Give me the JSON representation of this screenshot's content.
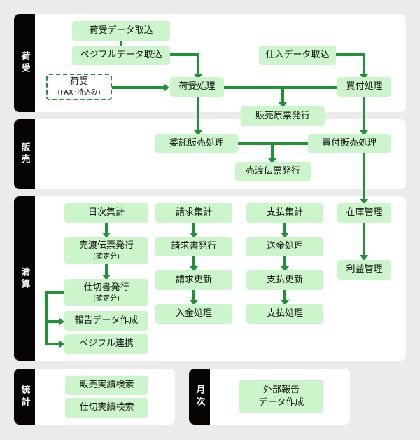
{
  "colors": {
    "background": "#ebebeb",
    "panel": "#ffffff",
    "strip": "#070504",
    "box": "#cdf5cb",
    "arrow": "#219138"
  },
  "sections": {
    "receiving": {
      "label": "荷受"
    },
    "sales": {
      "label": "販売"
    },
    "settlement": {
      "label": "清算"
    },
    "statistics": {
      "label": "統計"
    },
    "monthly": {
      "label": "月次"
    }
  },
  "nodes": {
    "receiving_import": "荷受データ取込",
    "vegiful_import": "ベジフルデータ取込",
    "receiving_manual": {
      "title": "荷受",
      "note": "(FAX･持込み)"
    },
    "receiving_process": "荷受処理",
    "purchase_import": "仕入データ取込",
    "purchase_process": "買付処理",
    "sales_original_slip": "販売原票発行",
    "consignment_sales": "委託販売処理",
    "purchase_sales": "買付販売処理",
    "sales_slip": "売渡伝票発行",
    "daily_total": "日次集計",
    "sales_slip_confirmed": {
      "title": "売渡伝票発行",
      "note": "(確定分)"
    },
    "statement_confirmed": {
      "title": "仕切書発行",
      "note": "(確定分)"
    },
    "report_data": "報告データ作成",
    "vegiful_link": "ベジフル連携",
    "billing_total": "請求集計",
    "invoice_issue": "請求書発行",
    "billing_update": "請求更新",
    "payment_receipt": "入金処理",
    "payment_total": "支払集計",
    "remittance": "送金処理",
    "payment_update": "支払更新",
    "payment_process": "支払処理",
    "inventory": "在庫管理",
    "profit": "利益管理",
    "sales_search": "販売実績検索",
    "statement_search": "仕切実績検索",
    "external_report": {
      "line1": "外部報告",
      "line2": "データ作成"
    }
  }
}
